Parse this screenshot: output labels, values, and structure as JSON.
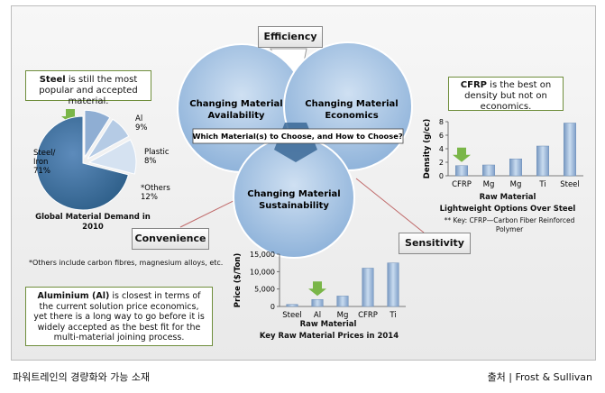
{
  "venn": {
    "circle_top_left": "Changing Material Availability",
    "circle_top_right": "Changing Material Economics",
    "circle_bottom": "Changing Material Sustainability",
    "center_question": "Which Material(s) to Choose, and How to Choose?"
  },
  "tags": {
    "efficiency": "Efficiency",
    "convenience": "Convenience",
    "sensitivity": "Sensitivity"
  },
  "notes": {
    "steel_bold": "Steel",
    "steel_rest": " is still the most popular and accepted material.",
    "cfrp_bold": "CFRP",
    "cfrp_rest": " is the best on density but not on economics.",
    "aluminium_bold": "Aluminium (Al)",
    "aluminium_rest": " is closest in terms of the current solution price economics, yet there is a long way to go before it is widely accepted as the best fit for the multi-material joining process.",
    "others_footnote": "*Others include carbon fibres, magnesium alloys, etc.",
    "cfrp_key": "** Key: CFRP—Carbon Fiber Reinforced Polymer"
  },
  "captions": {
    "left": "파워트레인의 경량화와 가능 소재",
    "right": "출처 | Frost & Sullivan"
  },
  "colors": {
    "steel_slice": "#2c5d87",
    "bar_fill": "#8fb0d4",
    "green_arrow": "#7ab648"
  },
  "chart_data": [
    {
      "type": "pie",
      "title": "Global Material Demand in 2010",
      "slices": [
        {
          "label": "Steel/ Iron",
          "value": 71,
          "value_label": "71%"
        },
        {
          "label": "Al",
          "value": 9,
          "value_label": "9%"
        },
        {
          "label": "Plastic",
          "value": 8,
          "value_label": "8%"
        },
        {
          "label": "*Others",
          "value": 12,
          "value_label": "12%"
        }
      ]
    },
    {
      "type": "bar",
      "title": "Lightweight Options Over Steel",
      "xlabel": "Raw Material",
      "ylabel": "Density (g/cc)",
      "categories": [
        "CFRP",
        "Mg",
        "Mg",
        "Ti",
        "Steel"
      ],
      "values": [
        1.5,
        1.6,
        2.5,
        4.4,
        7.8
      ],
      "ylim": [
        0,
        8
      ],
      "yticks": [
        0,
        2,
        4,
        6,
        8
      ],
      "highlight": "CFRP"
    },
    {
      "type": "bar",
      "title": "Key Raw Material Prices in 2014",
      "xlabel": "Raw Material",
      "ylabel": "Price ($/Ton)",
      "categories": [
        "Steel",
        "Al",
        "Mg",
        "CFRP",
        "Ti"
      ],
      "values": [
        600,
        2000,
        3000,
        11000,
        12500
      ],
      "ylim": [
        0,
        15000
      ],
      "yticks": [
        "0",
        "5,000",
        "10,000",
        "15,000"
      ],
      "ytick_values": [
        0,
        5000,
        10000,
        15000
      ],
      "highlight": "Al"
    }
  ]
}
